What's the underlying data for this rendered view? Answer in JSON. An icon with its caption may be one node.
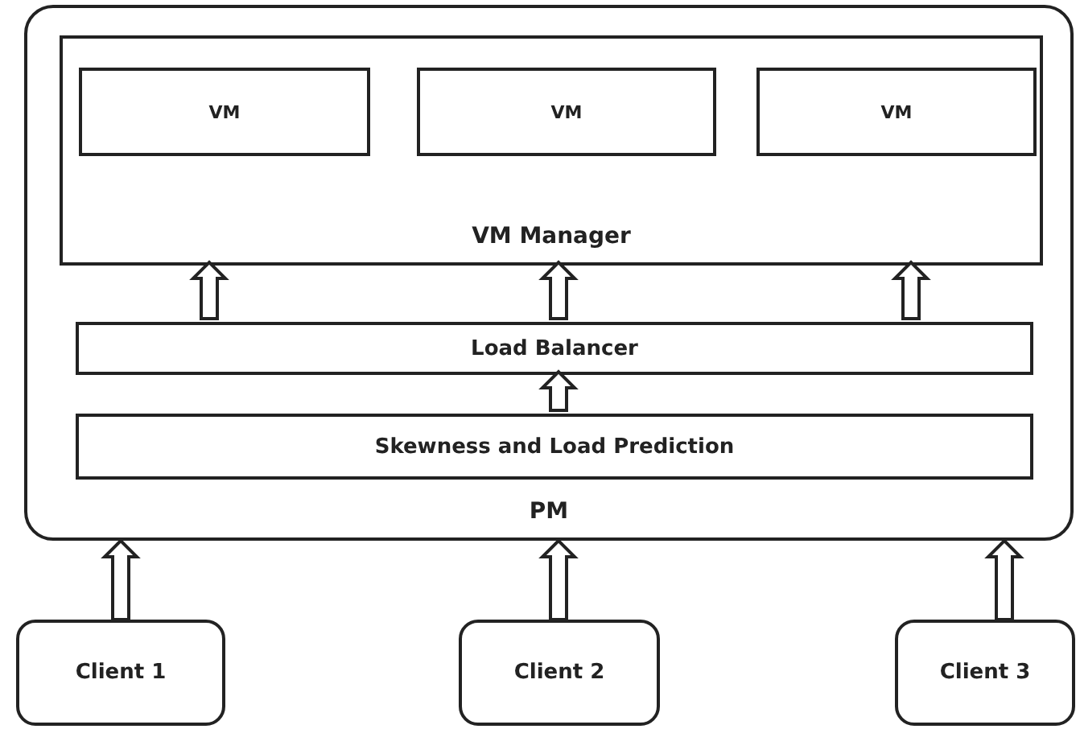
{
  "diagram": {
    "nodes": [
      {
        "text": [
          "PM"
        ]
      },
      {
        "text": [
          "VM Manager"
        ],
        "in": 0
      },
      {
        "text": [
          "VM"
        ],
        "in": 1
      },
      {
        "text": [
          "VM"
        ],
        "in": 1
      },
      {
        "text": [
          "VM"
        ],
        "in": 1
      },
      {
        "text": [
          "Load Balancer"
        ],
        "in": 0
      },
      {
        "text": [
          "Skewness and Load Prediction"
        ],
        "in": 0
      },
      {
        "text": [
          "Client 1"
        ]
      },
      {
        "text": [
          "Client 2"
        ]
      },
      {
        "text": [
          "Client 3"
        ]
      }
    ],
    "edges": [
      {
        "from": 5,
        "to": 1,
        "arrow": "to"
      },
      {
        "from": 5,
        "to": 1,
        "arrow": "to"
      },
      {
        "from": 5,
        "to": 1,
        "arrow": "to"
      },
      {
        "from": 6,
        "to": 5,
        "arrow": "to"
      },
      {
        "from": 7,
        "to": 0,
        "arrow": "to"
      },
      {
        "from": 8,
        "to": 0,
        "arrow": "to"
      },
      {
        "from": 9,
        "to": 0,
        "arrow": "to"
      }
    ]
  }
}
